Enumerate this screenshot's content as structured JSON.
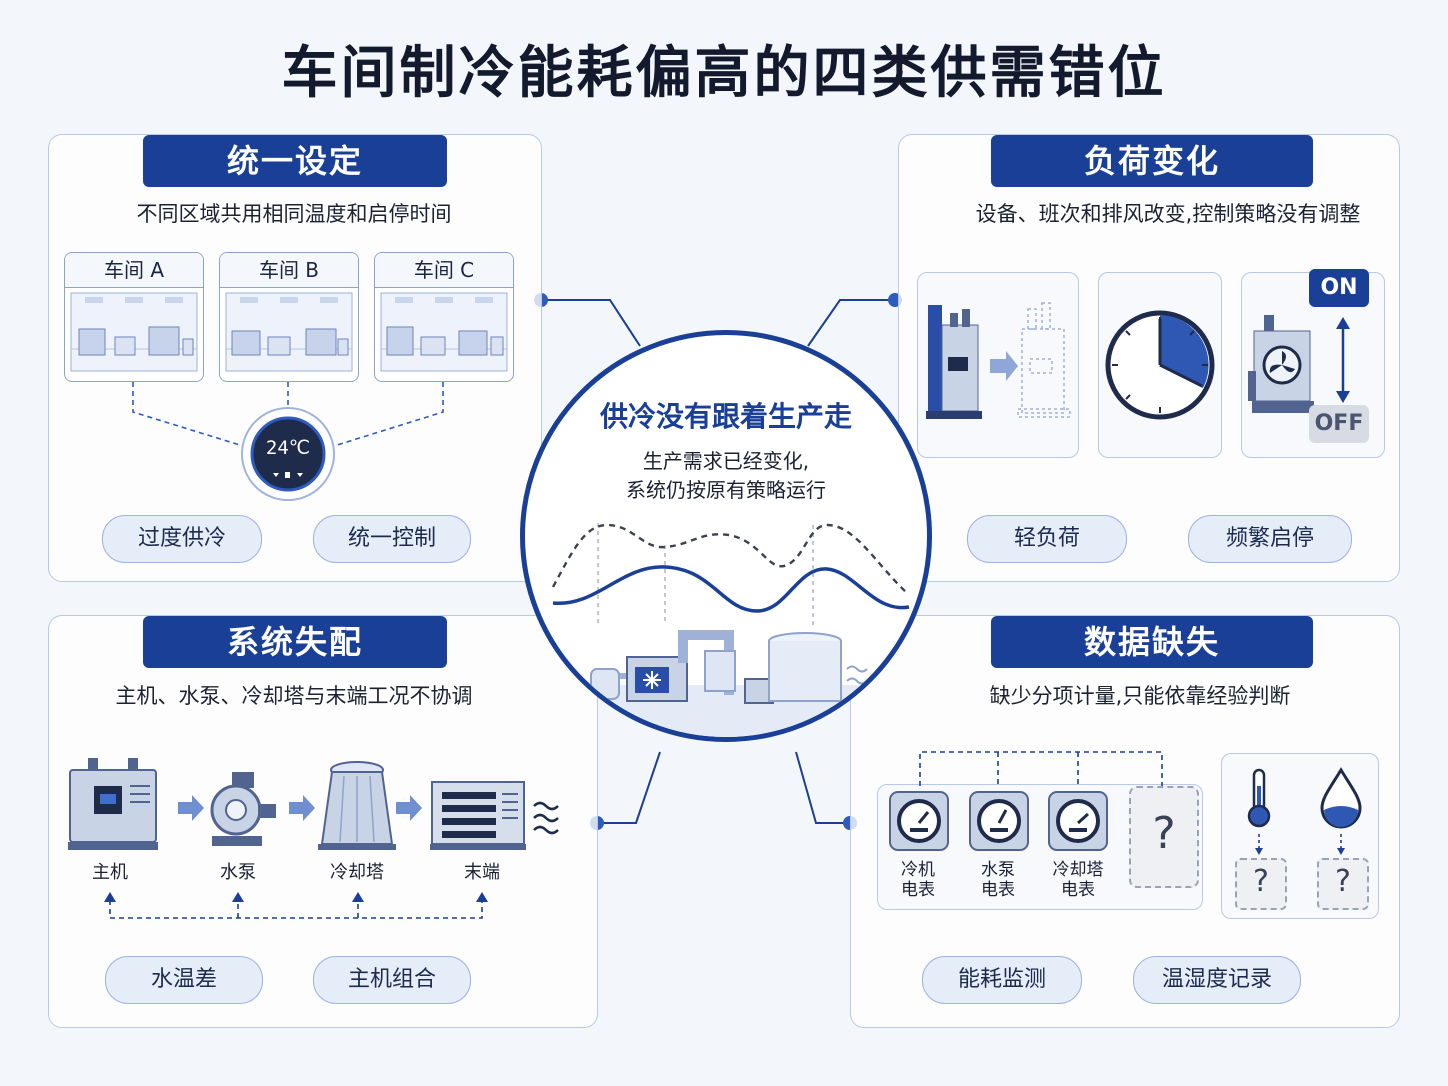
{
  "title": "车间制冷能耗偏高的四类供需错位",
  "center": {
    "heading": "供冷没有跟着生产走",
    "line1": "生产需求已经变化,",
    "line2": "系统仍按原有策略运行"
  },
  "panels": {
    "top_left": {
      "tag": "统一设定",
      "subtitle": "不同区域共用相同温度和启停时间",
      "workshops": [
        "车间 A",
        "车间 B",
        "车间 C"
      ],
      "thermostat": "24℃",
      "pills": [
        "过度供冷",
        "统一控制"
      ]
    },
    "top_right": {
      "tag": "负荷变化",
      "subtitle": "设备、班次和排风改变,控制策略没有调整",
      "on_label": "ON",
      "off_label": "OFF",
      "pills": [
        "轻负荷",
        "频繁启停"
      ]
    },
    "bottom_left": {
      "tag": "系统失配",
      "subtitle": "主机、水泵、冷却塔与末端工况不协调",
      "equipment": [
        "主机",
        "水泵",
        "冷却塔",
        "末端"
      ],
      "pills": [
        "水温差",
        "主机组合"
      ]
    },
    "bottom_right": {
      "tag": "数据缺失",
      "subtitle": "缺少分项计量,只能依靠经验判断",
      "meters": [
        {
          "line1": "冷机",
          "line2": "电表"
        },
        {
          "line1": "水泵",
          "line2": "电表"
        },
        {
          "line1": "冷却塔",
          "line2": "电表"
        }
      ],
      "unknown": "?",
      "pills": [
        "能耗监测",
        "温湿度记录"
      ]
    }
  },
  "colors": {
    "brand": "#1a3f96",
    "accent": "#2d5bbf",
    "panel_border": "#b9c8e3"
  }
}
